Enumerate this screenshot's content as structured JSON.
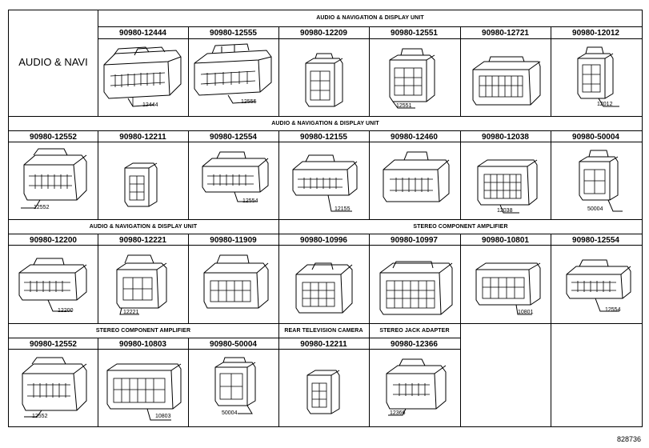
{
  "system_label": "AUDIO & NAVI",
  "figure_number": "828736",
  "section_headers": {
    "r1": "AUDIO & NAVIGATION & DISPLAY UNIT",
    "r2": "AUDIO & NAVIGATION & DISPLAY UNIT",
    "r3a": "AUDIO & NAVIGATION & DISPLAY UNIT",
    "r3b": "STEREO COMPONENT AMPLIFIER",
    "r4a": "STEREO COMPONENT AMPLIFIER",
    "r4b": "REAR TELEVISION CAMERA",
    "r4c": "STEREO JACK ADAPTER"
  },
  "row1": [
    {
      "part": "90980-12444",
      "code": "12444"
    },
    {
      "part": "90980-12555",
      "code": "12555"
    },
    {
      "part": "90980-12209",
      "code": ""
    },
    {
      "part": "90980-12551",
      "code": "12551"
    },
    {
      "part": "90980-12721",
      "code": ""
    },
    {
      "part": "90980-12012",
      "code": "12012"
    }
  ],
  "row2": [
    {
      "part": "90980-12552",
      "code": "12552"
    },
    {
      "part": "90980-12211",
      "code": ""
    },
    {
      "part": "90980-12554",
      "code": "12554"
    },
    {
      "part": "90980-12155",
      "code": "12155"
    },
    {
      "part": "90980-12460",
      "code": ""
    },
    {
      "part": "90980-12038",
      "code": "12038"
    },
    {
      "part": "90980-50004",
      "code": "50004"
    }
  ],
  "row3": [
    {
      "part": "90980-12200",
      "code": "12200"
    },
    {
      "part": "90980-12221",
      "code": "12221"
    },
    {
      "part": "90980-11909",
      "code": ""
    },
    {
      "part": "90980-10996",
      "code": ""
    },
    {
      "part": "90980-10997",
      "code": ""
    },
    {
      "part": "90980-10801",
      "code": "10801"
    },
    {
      "part": "90980-12554",
      "code": "12554"
    }
  ],
  "row4": [
    {
      "part": "90980-12552",
      "code": "12552"
    },
    {
      "part": "90980-10803",
      "code": "10803"
    },
    {
      "part": "90980-50004",
      "code": "50004"
    },
    {
      "part": "90980-12211",
      "code": ""
    },
    {
      "part": "90980-12366",
      "code": "12366"
    }
  ]
}
